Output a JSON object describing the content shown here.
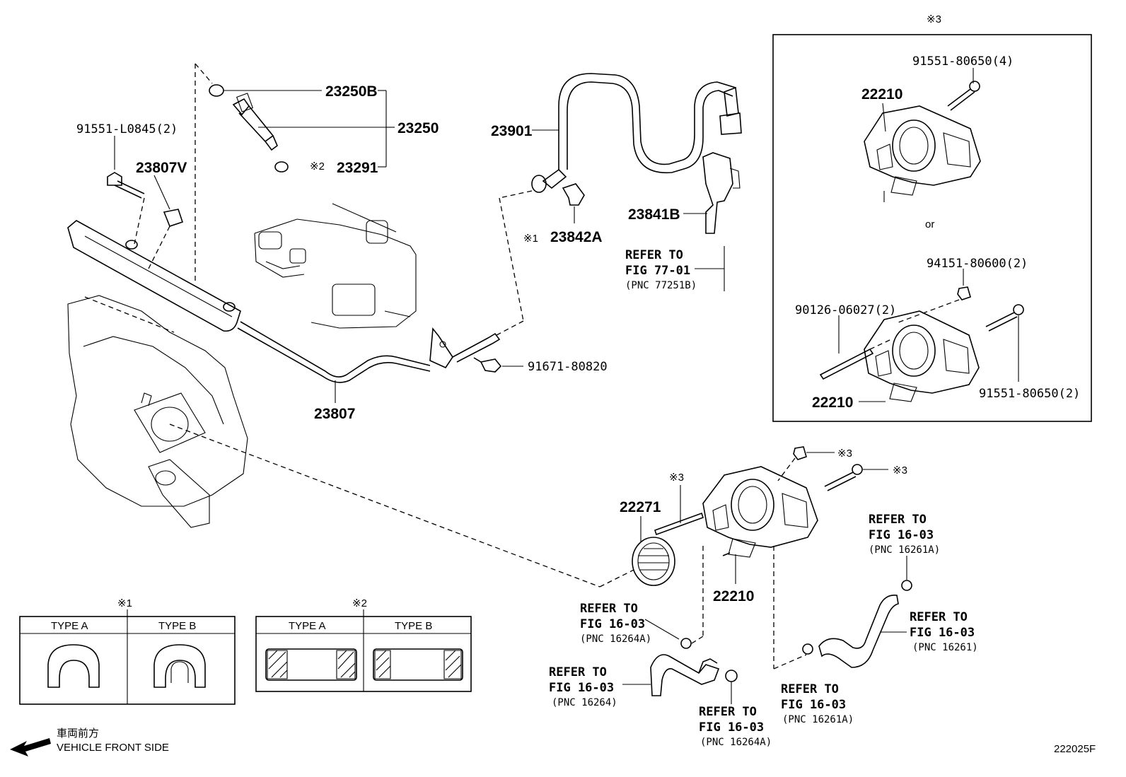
{
  "labels": {
    "p23250B": "23250B",
    "p23250": "23250",
    "p23291": "23291",
    "note2_a": "※2",
    "p91551L0845": "91551-L0845(2)",
    "p23807V": "23807V",
    "p23901": "23901",
    "p23841B": "23841B",
    "note1_a": "※1",
    "p23842A": "23842A",
    "ref77_1": "REFER TO",
    "ref77_2": "FIG 77-01",
    "ref77_3": "(PNC 77251B)",
    "p91671": "91671-80820",
    "p23807": "23807",
    "box_note": "※3",
    "p9155180650_4": "91551-80650(4)",
    "p22210_a": "22210",
    "or": "or",
    "p9415180600": "94151-80600(2)",
    "p9012606027": "90126-06027(2)",
    "p22210_b": "22210",
    "p9155180650_2": "91551-80650(2)",
    "note3_a": "※3",
    "note3_b": "※3",
    "note3_c": "※3",
    "p22271": "22271",
    "p22210_c": "22210",
    "r16261A_1": "REFER TO",
    "r16261A_2": "FIG 16-03",
    "r16261A_3": "(PNC 16261A)",
    "r16261_1": "REFER TO",
    "r16261_2": "FIG 16-03",
    "r16261_3": "(PNC 16261)",
    "r16264A_1": "REFER TO",
    "r16264A_2": "FIG 16-03",
    "r16264A_3": "(PNC 16264A)",
    "r16264_1": "REFER TO",
    "r16264_2": "FIG 16-03",
    "r16264_3": "(PNC 16264)",
    "r16264A2_1": "REFER TO",
    "r16264A2_2": "FIG 16-03",
    "r16264A2_3": "(PNC 16264A)",
    "r16261A2_1": "REFER TO",
    "r16261A2_2": "FIG 16-03",
    "r16261A2_3": "(PNC 16261A)"
  },
  "legend1": {
    "note": "※1",
    "typeA": "TYPE A",
    "typeB": "TYPE B"
  },
  "legend2": {
    "note": "※2",
    "typeA": "TYPE A",
    "typeB": "TYPE B"
  },
  "front": {
    "jp": "車両前方",
    "en": "VEHICLE FRONT SIDE"
  },
  "figure_id": "222025F"
}
